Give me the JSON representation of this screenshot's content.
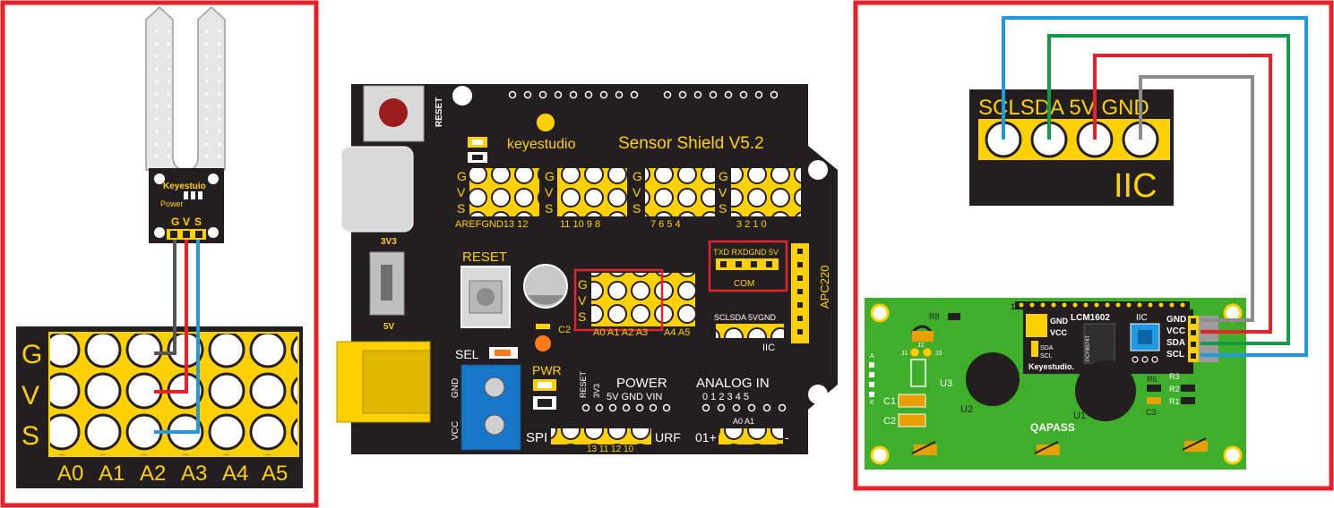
{
  "colors": {
    "frame_red": "#e8202a",
    "board_black": "#231f20",
    "pin_yellow": "#ffd100",
    "wire_gray": "#555555",
    "wire_red": "#e8202a",
    "wire_blue": "#1f9ae0",
    "wire_green": "#159a48",
    "lcd_green": "#3fae2a",
    "terminal_blue": "#1877c8"
  },
  "sensor_module": {
    "brand": "Keyestuio",
    "power_label": "Power",
    "pins": [
      "G",
      "V",
      "S"
    ],
    "header_rows": [
      "G",
      "V",
      "S"
    ],
    "analog_labels": [
      "A0",
      "A1",
      "A2",
      "A3",
      "A4",
      "A5"
    ]
  },
  "shield": {
    "brand": "keyestudio",
    "title": "Sensor Shield",
    "version": "V5.2",
    "reset_side_label": "RESET",
    "reset_label": "RESET",
    "switch_top": "3V3",
    "switch_bottom": "5V",
    "gvs_letters": [
      "G",
      "V",
      "S"
    ],
    "digital_bottom_1": "AREFGND13 12",
    "digital_bottom_2": "11 10 9 8",
    "digital_bottom_3": "7 6 5 4",
    "digital_bottom_4": "3 2 1 0",
    "com_pins": "TXD RXDGND 5V",
    "com_label": "COM",
    "apc_label": "APC220",
    "analog_pins_label": "A0 A1 A2 A3",
    "analog_extra_label": "A4 A5",
    "c2_label": "C2",
    "iic_pins": "SCLSDA 5VGND",
    "iic_label": "IIC",
    "sel_label": "SEL",
    "pwr_label": "PWR",
    "gnd_label": "GND",
    "vcc_label": "VCC",
    "reset_vertical": "RESET",
    "v3_vertical": "3V3",
    "power_label": "POWER",
    "power_pins": "5V GND VIN",
    "analog_in_label": "ANALOG IN",
    "analog_in_numbers": "0  1  2  3  4  5",
    "spi_label": "SPI",
    "spi_numbers": "13 11 12 10",
    "urf_label": "URF",
    "urf_prefix": "01+",
    "urf_suffix": "-",
    "a0a1_label": "A0 A1"
  },
  "iic_header": {
    "pins": "SCLSDA 5V GND",
    "label": "IIC"
  },
  "lcd_module": {
    "model": "LCM1602",
    "iic_label": "IIC",
    "sixteen": "16",
    "brand": "Keyestudio.",
    "chip_text": "PCF8574T",
    "pins": [
      "GND",
      "VCC",
      "SDA",
      "SCL"
    ],
    "jumper_gnd": "GND",
    "jumper_vcc": "VCC",
    "sda_small": "SDA",
    "scl_small": "SCL",
    "qapass": "QAPASS",
    "labels_r8": "R8",
    "labels_j1": "J1",
    "labels_j2": "J2",
    "labels_j3": "J3",
    "labels_u3": "U3",
    "labels_u2": "U2",
    "labels_u1": "U1",
    "labels_c1": "C1",
    "labels_c2": "C2",
    "labels_c3": "C3",
    "labels_r6": "R6",
    "labels_r2": "R2",
    "labels_r1": "R1",
    "labels_r3": "R3",
    "labels_a": "A",
    "labels_k": "K"
  }
}
